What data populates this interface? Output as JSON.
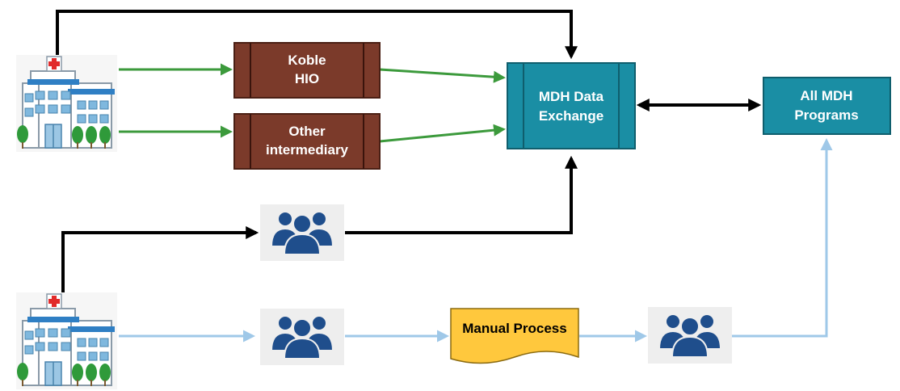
{
  "nodes": {
    "koble": {
      "line1": "Koble",
      "line2": "HIO"
    },
    "other": {
      "line1": "Other",
      "line2": "intermediary"
    },
    "mdh_exchange": {
      "line1": "MDH Data",
      "line2": "Exchange"
    },
    "all_programs": {
      "line1": "All MDH",
      "line2": "Programs"
    },
    "manual_process": {
      "label": "Manual Process"
    }
  },
  "colors": {
    "intermediary_fill": "#7b3a2a",
    "exchange_fill": "#1a8ea4",
    "manual_fill": "#ffc83d",
    "green_arrow": "#3c9a3c",
    "blue_arrow": "#9fc8e8",
    "black_arrow": "#000000",
    "people_icon": "#1f4e8c"
  },
  "icons": [
    "hospital-icon",
    "people-group-icon"
  ]
}
